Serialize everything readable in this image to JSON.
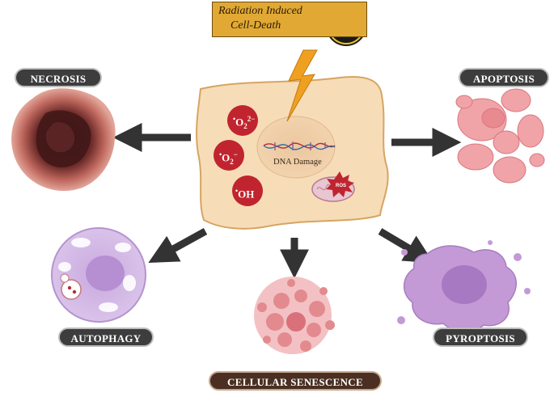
{
  "title": {
    "line1": "Radiation Induced",
    "line2": "Cell-Death"
  },
  "center": {
    "dna_label": "DNA Damage",
    "ros": [
      {
        "species": "O",
        "charge": "2−",
        "sub": "2",
        "sup_prefix": "•"
      },
      {
        "species": "O",
        "charge": "−",
        "sub": "2",
        "sup_prefix": "•"
      },
      {
        "species": "OH",
        "charge": "",
        "sub": "",
        "sup_prefix": "•"
      }
    ],
    "mito_tag": "ROS"
  },
  "outcomes": {
    "necrosis": "NECROSIS",
    "apoptosis": "APOPTOSIS",
    "autophagy": "AUTOPHAGY",
    "pyroptosis": "PYROPTOSIS",
    "senescence": "CELLULAR SENESCENCE"
  },
  "icons": {
    "radiation": "radiation-hazard-icon",
    "lightning": "lightning-bolt-icon"
  },
  "colors": {
    "title_bg": "#e1a934",
    "cell_fill": "#f7dcb8",
    "cell_stroke": "#d6a561",
    "ros_red": "#c0252f",
    "arrow": "#333333"
  }
}
